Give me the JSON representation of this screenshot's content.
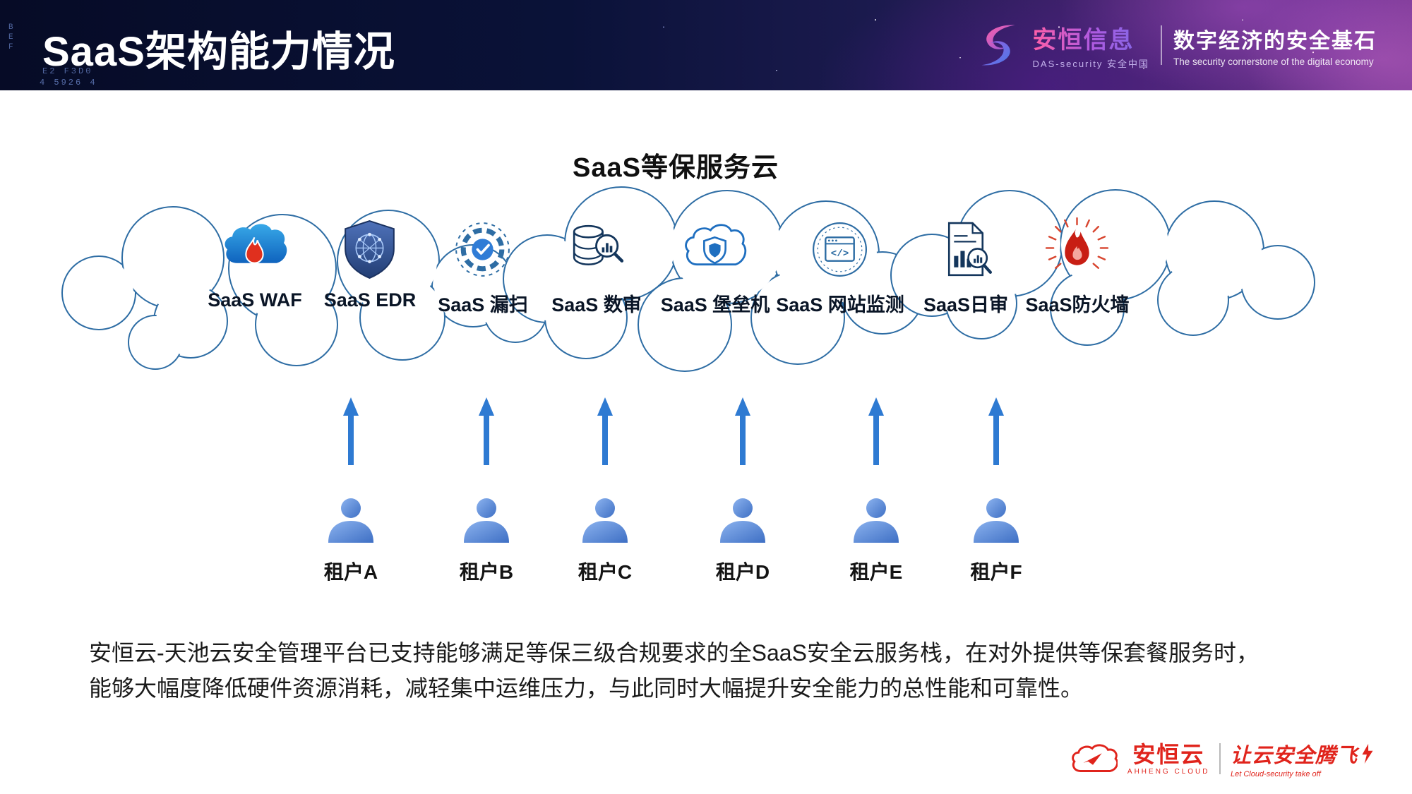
{
  "header": {
    "title": "SaaS架构能力情况",
    "deco_col": "B\nE\nF",
    "deco_line1": "E2 F3D0",
    "deco_line2": "4 5926 4",
    "logo": {
      "brand": "安恒信息",
      "brand_sub": "DAS-security 安全中国",
      "tagline": "数字经济的安全基石",
      "tagline_en": "The security cornerstone of the digital economy"
    }
  },
  "diagram": {
    "cloud_title": "SaaS等保服务云",
    "services": [
      {
        "label": "SaaS WAF",
        "icon": "cloud-flame-icon"
      },
      {
        "label": "SaaS EDR",
        "icon": "shield-network-icon"
      },
      {
        "label": "SaaS 漏扫",
        "icon": "radar-check-icon"
      },
      {
        "label": "SaaS 数审",
        "icon": "database-magnifier-icon"
      },
      {
        "label": "SaaS 堡垒机",
        "icon": "cloud-shield-icon"
      },
      {
        "label": "SaaS 网站监测",
        "icon": "browser-monitor-icon"
      },
      {
        "label": "SaaS日审",
        "icon": "document-audit-icon"
      },
      {
        "label": "SaaS防火墙",
        "icon": "firewall-flame-icon"
      }
    ],
    "tenants": [
      "租户A",
      "租户B",
      "租户C",
      "租户D",
      "租户E",
      "租户F"
    ]
  },
  "description": {
    "line1": "安恒云-天池云安全管理平台已支持能够满足等保三级合规要求的全SaaS安全云服务栈，在对外提供等保套餐服务时，",
    "line2": "能够大幅度降低硬件资源消耗，减轻集中运维压力，与此同时大幅提升安全能力的总性能和可靠性。"
  },
  "footer": {
    "brand": "安恒云",
    "brand_sub": "AHHENG CLOUD",
    "slogan": "让云安全腾飞",
    "slogan_en": "Let Cloud-security take off"
  },
  "colors": {
    "cloud_outline": "#2e6da4",
    "arrow_blue": "#2e7ad2",
    "person_blue": "#5b8dd9",
    "brand_red": "#e0241c",
    "brand_pink": "#e84fa0",
    "navy": "#14365c"
  }
}
